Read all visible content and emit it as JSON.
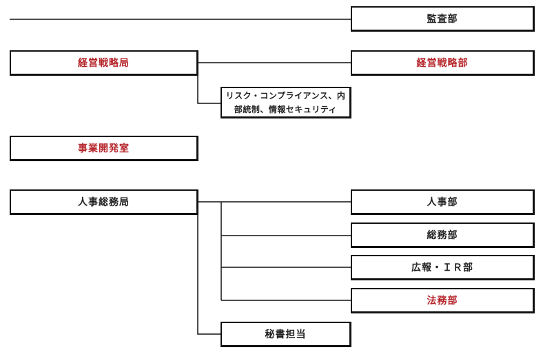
{
  "boxes": {
    "kansa": "監査部",
    "keiei_kyoku": "経営戦略局",
    "keiei_bu": "経営戦略部",
    "risk": "リスク・コンプライアンス、内部統制、情報セキュリティ",
    "jigyo": "事業開発室",
    "jinji_kyoku": "人事総務局",
    "jinji_bu": "人事部",
    "somu": "総務部",
    "koho": "広報・ＩＲ部",
    "homu": "法務部",
    "hisho": "秘書担当"
  },
  "colors": {
    "highlight": "#b5252a",
    "text": "#222222",
    "line": "#111111"
  }
}
